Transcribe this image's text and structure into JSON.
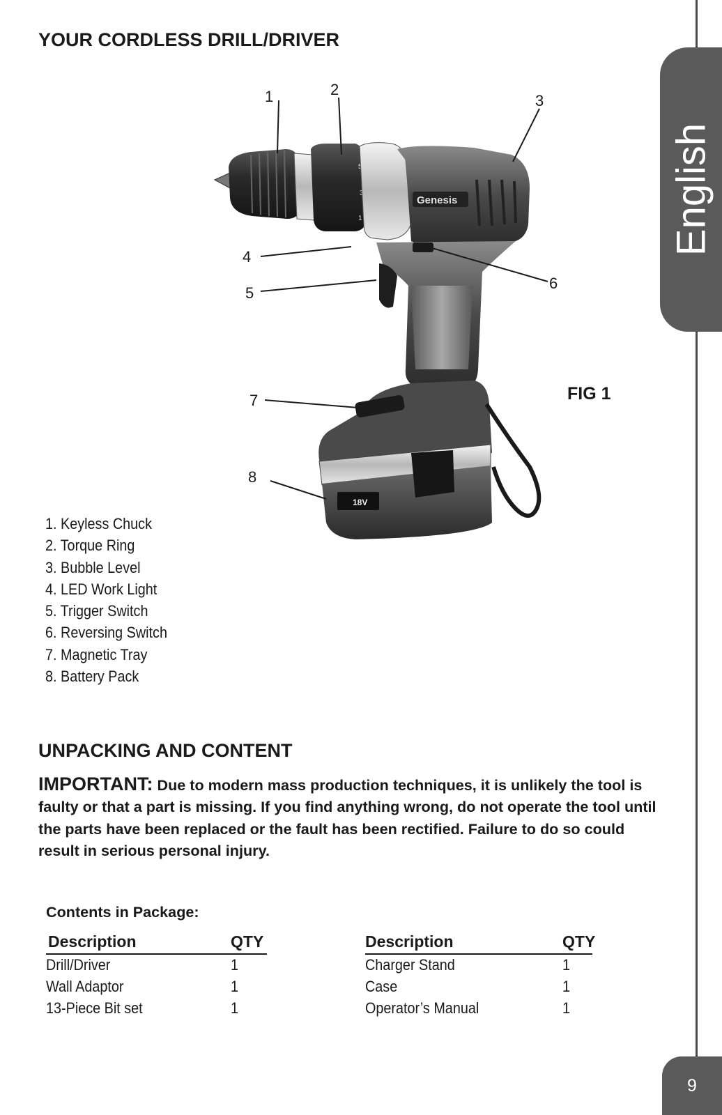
{
  "side_tab": {
    "label": "English"
  },
  "page_number": "9",
  "section1": {
    "title": "YOUR CORDLESS DRILL/DRIVER",
    "figure_label": "FIG 1",
    "callouts": [
      "1",
      "2",
      "3",
      "4",
      "5",
      "6",
      "7",
      "8"
    ],
    "parts": [
      "1. Keyless Chuck",
      "2. Torque Ring",
      "3. Bubble Level",
      "4. LED Work Light",
      "5. Trigger Switch",
      "6. Reversing Switch",
      "7. Magnetic Tray",
      "8. Battery Pack"
    ],
    "drill_brand": "Genesis",
    "battery_label": "18V"
  },
  "section2": {
    "title": "UNPACKING AND CONTENT",
    "important_label": "IMPORTANT:",
    "important_text": " Due to modern mass production techniques, it is unlikely the tool is faulty or that a part is missing.  If you find anything wrong, do not operate the tool until the parts have been replaced or the fault has been rectified. Failure to do so could result in serious personal injury.",
    "contents_title": "Contents in Package:",
    "table": {
      "headers": [
        "Description",
        "QTY",
        "Description",
        "QTY"
      ],
      "rows": [
        [
          "Drill/Driver",
          "1",
          "Charger Stand",
          "1"
        ],
        [
          "Wall Adaptor",
          "1",
          "Case",
          "1"
        ],
        [
          "13-Piece Bit set",
          "1",
          "Operator’s Manual",
          "1"
        ]
      ]
    }
  }
}
